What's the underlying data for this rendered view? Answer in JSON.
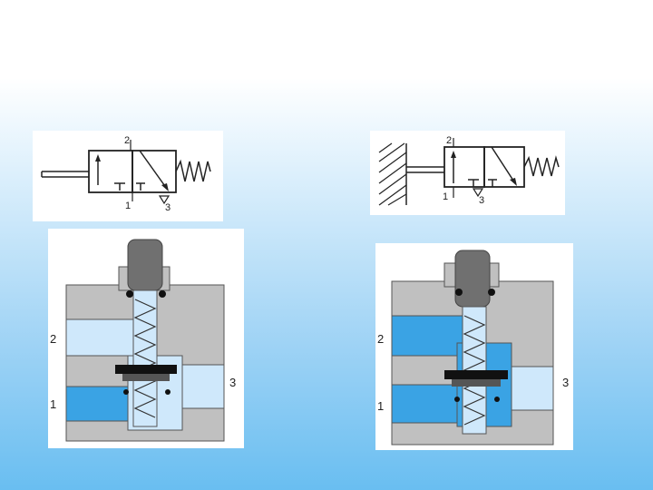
{
  "slide": {
    "left_symbol": {
      "port_labels": {
        "p2": "2",
        "p1": "1",
        "p3": "3"
      }
    },
    "right_symbol": {
      "port_labels": {
        "p2": "2",
        "p1": "1",
        "p3": "3"
      }
    },
    "left_section": {
      "port_labels": {
        "p2": "2",
        "p1": "1",
        "p3": "3"
      }
    },
    "right_section": {
      "port_labels": {
        "p2": "2",
        "p1": "1",
        "p3": "3"
      }
    },
    "colors": {
      "background_top": "#ffffff",
      "background_bottom": "#69bef1",
      "body_gray": "#c0c0c0",
      "stem_gray": "#707070",
      "pressurized_blue": "#3aa3e4",
      "exhaust_light_blue": "#cfe8fb",
      "seal_black": "#111111"
    }
  }
}
